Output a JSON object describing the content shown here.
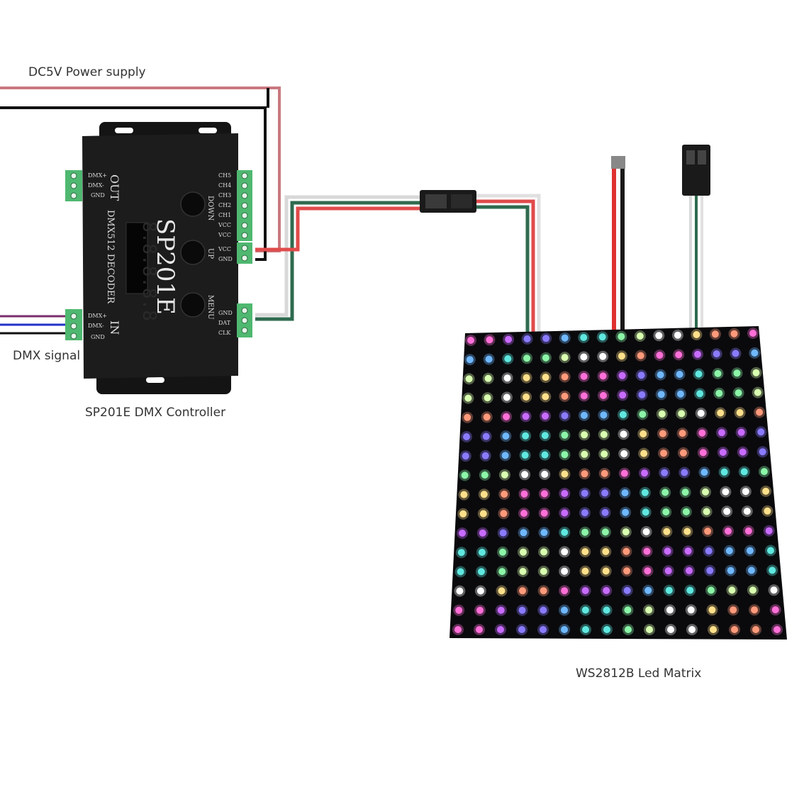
{
  "labels": {
    "power": "DC5V Power supply",
    "dmx_signal": "DMX signal",
    "controller": "SP201E DMX Controller",
    "matrix": "WS2812B Led Matrix"
  },
  "controller": {
    "model": "SP201E",
    "subtitle": "DMX512 DECODER",
    "display": "8.8.8.8.8",
    "out_label": "OUT",
    "in_label": "IN",
    "buttons": [
      "DOWN",
      "UP",
      "MENU"
    ],
    "out_pins": [
      "DMX+",
      "DMX-",
      "GND"
    ],
    "in_pins": [
      "DMX+",
      "DMX-",
      "GND"
    ],
    "channel_pins": [
      "CH5",
      "CH4",
      "CH3",
      "CH2",
      "CH1",
      "VCC",
      "VCC"
    ],
    "power_pins": [
      "VCC",
      "GND"
    ],
    "data_pins": [
      "GND",
      "DAT",
      "CLK"
    ]
  },
  "matrix": {
    "rows": 16,
    "cols": 16
  },
  "colors": {
    "power_red": "#c9787e",
    "ground_black": "#111111",
    "dmx_purple": "#7b2d6e",
    "dmx_blue": "#2230c8",
    "controller_body": "#1c1c1c",
    "terminal_green": "#4fb870"
  }
}
